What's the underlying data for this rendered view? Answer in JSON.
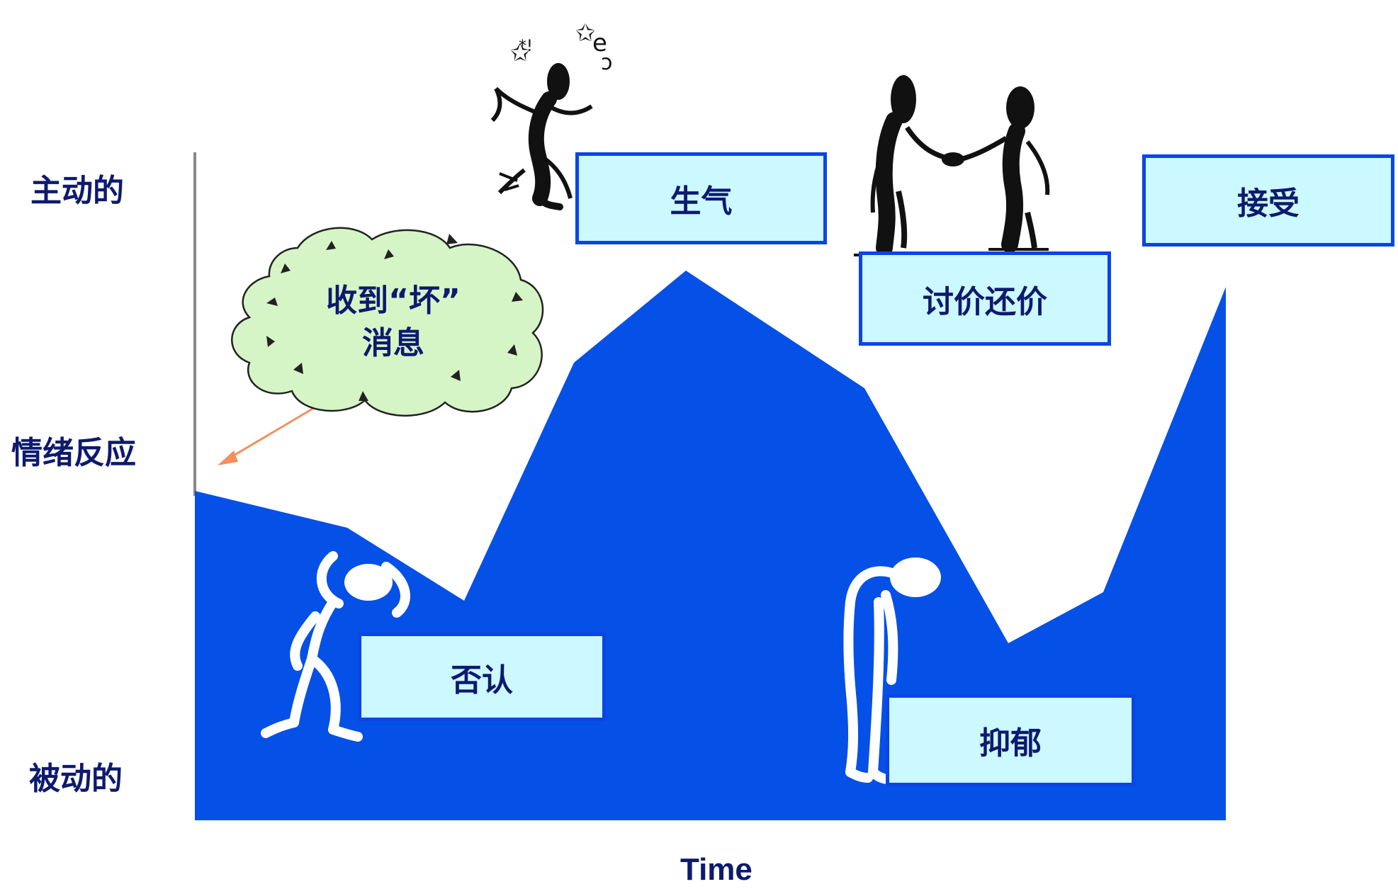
{
  "y_labels": {
    "top": "主动的",
    "middle": "情绪反应",
    "bottom": "被动的"
  },
  "x_label": "Time",
  "trigger": {
    "line1": "收到“坏”",
    "line2": "消息"
  },
  "stages": {
    "denial": "否认",
    "anger": "生气",
    "bargaining": "讨价还价",
    "depression": "抑郁",
    "acceptance": "接受"
  },
  "colors": {
    "area": "#0550e6",
    "box_fill": "#ccf8ff",
    "box_border": "#0c44e6",
    "text": "#0d1a6e",
    "cloud": "#d6f5c6",
    "arrow": "#f2915c"
  },
  "icons": [
    "stressed-figure-icon",
    "angry-figure-icon",
    "handshake-figures-icon",
    "depressed-figure-icon"
  ]
}
